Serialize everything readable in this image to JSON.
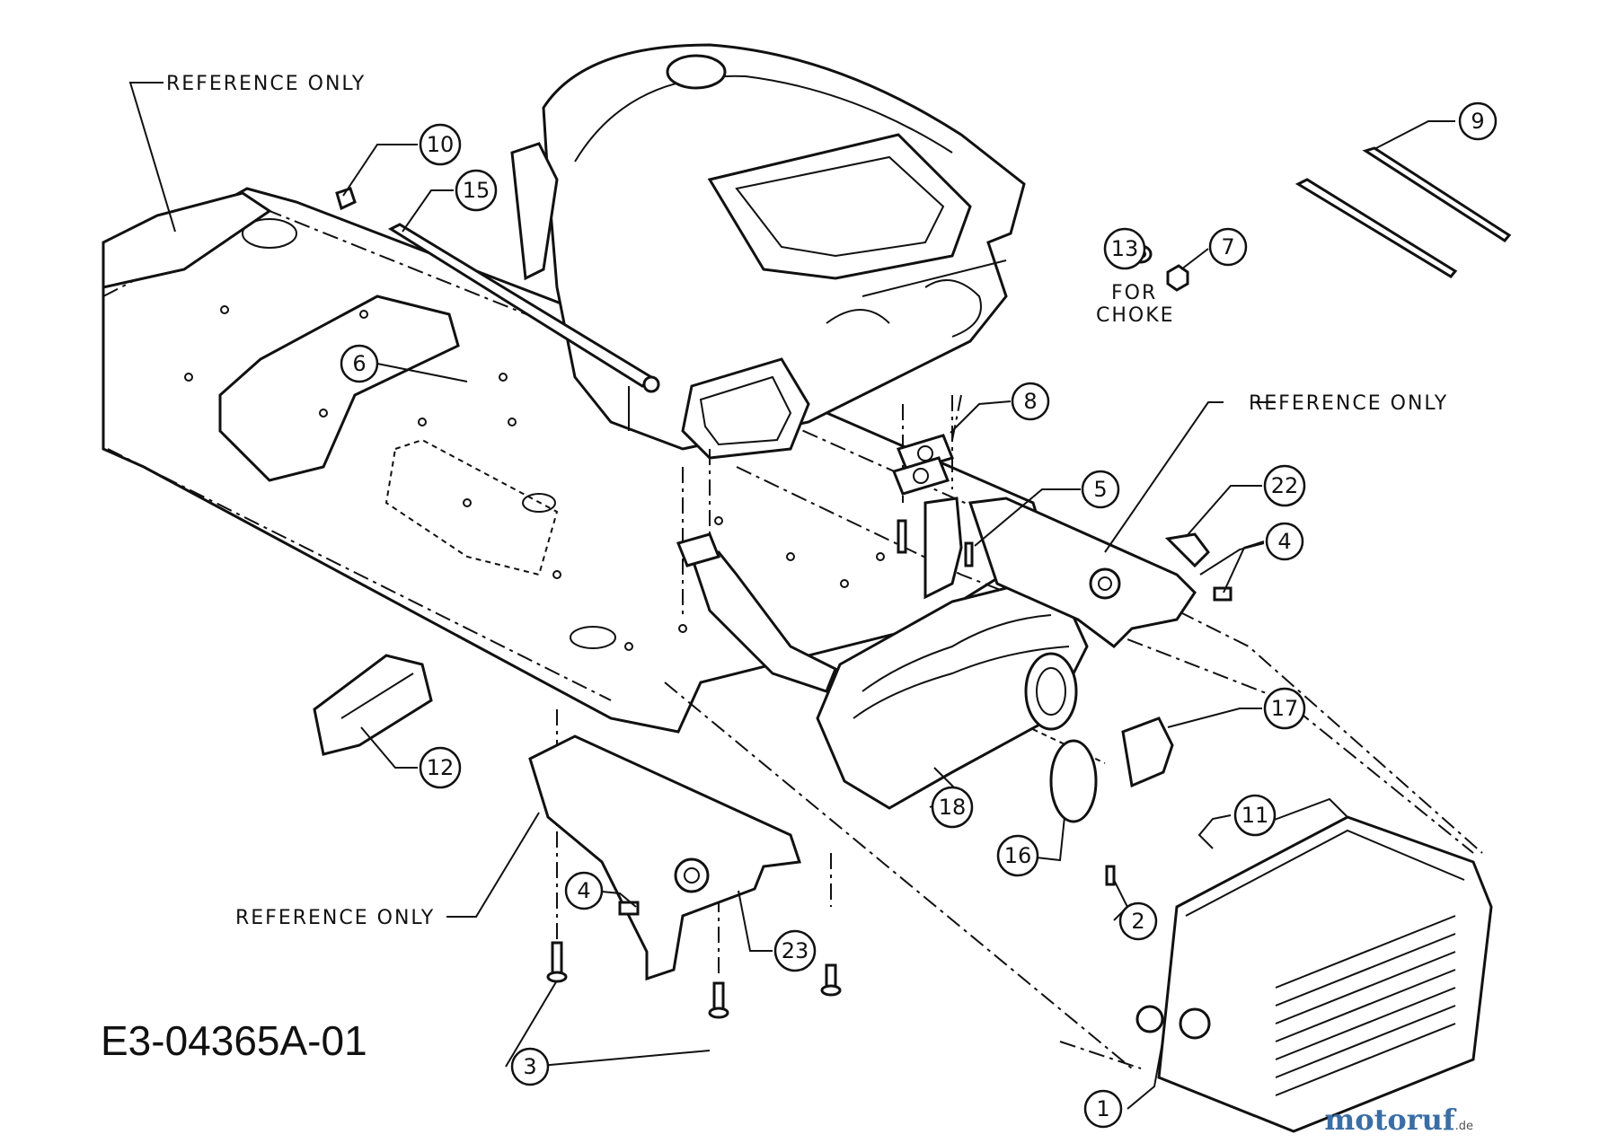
{
  "diagram": {
    "drawing_code": "E3-04365A-01",
    "reference_note": "REFERENCE ONLY",
    "choke_note_line1": "FOR",
    "choke_note_line2": "CHOKE",
    "watermark_main": "motoruf",
    "watermark_tld": ".de",
    "callouts": [
      {
        "id": "c1",
        "number": "1"
      },
      {
        "id": "c2",
        "number": "2"
      },
      {
        "id": "c3",
        "number": "3"
      },
      {
        "id": "c4a",
        "number": "4"
      },
      {
        "id": "c4b",
        "number": "4"
      },
      {
        "id": "c5",
        "number": "5"
      },
      {
        "id": "c6",
        "number": "6"
      },
      {
        "id": "c7",
        "number": "7"
      },
      {
        "id": "c8",
        "number": "8"
      },
      {
        "id": "c9",
        "number": "9"
      },
      {
        "id": "c10",
        "number": "10"
      },
      {
        "id": "c11",
        "number": "11"
      },
      {
        "id": "c12",
        "number": "12"
      },
      {
        "id": "c13",
        "number": "13"
      },
      {
        "id": "c15",
        "number": "15"
      },
      {
        "id": "c16",
        "number": "16"
      },
      {
        "id": "c17",
        "number": "17"
      },
      {
        "id": "c18",
        "number": "18"
      },
      {
        "id": "c22",
        "number": "22"
      },
      {
        "id": "c23",
        "number": "23"
      }
    ]
  }
}
